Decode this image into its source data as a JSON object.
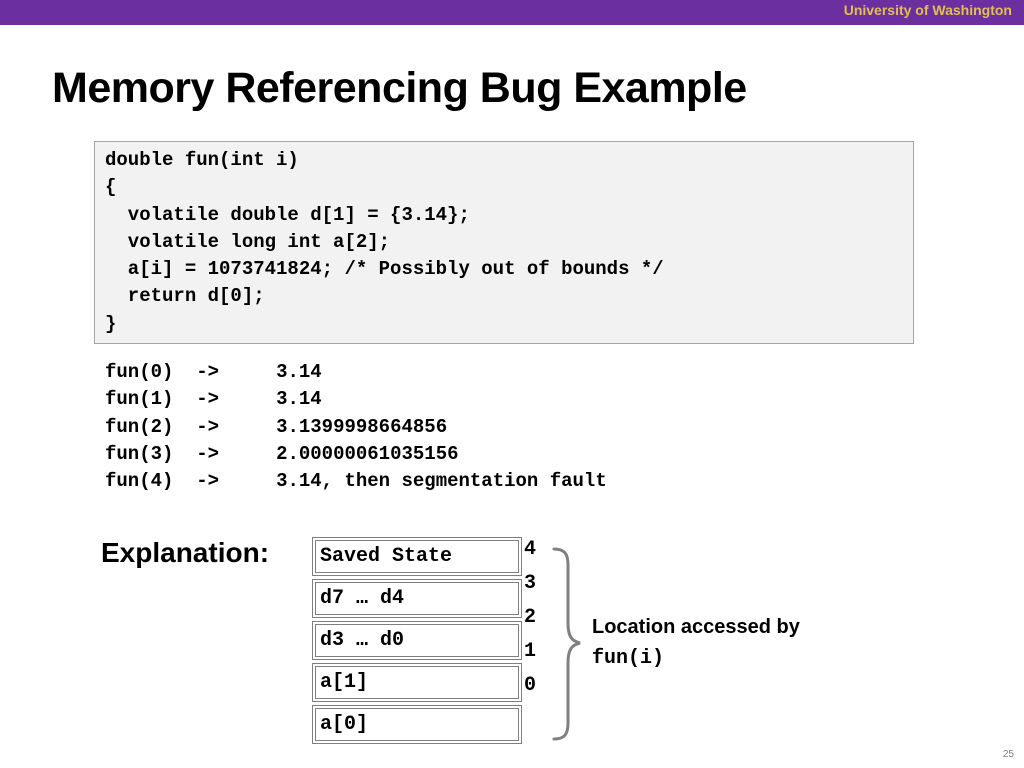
{
  "header": {
    "institution": "University of Washington",
    "bar_color": "#6b2fa0",
    "institution_color": "#e3bf4f"
  },
  "slide": {
    "title": "Memory Referencing Bug Example",
    "page_number": "25"
  },
  "code": {
    "lines": [
      "double fun(int i)",
      "{",
      "  volatile double d[1] = {3.14};",
      "  volatile long int a[2];",
      "  a[i] = 1073741824; /* Possibly out of bounds */",
      "  return d[0];",
      "}"
    ]
  },
  "results": [
    {
      "call": "fun(0)",
      "arrow": "->",
      "value": "3.14"
    },
    {
      "call": "fun(1)",
      "arrow": "->",
      "value": "3.14"
    },
    {
      "call": "fun(2)",
      "arrow": "->",
      "value": "3.1399998664856"
    },
    {
      "call": "fun(3)",
      "arrow": "->",
      "value": "2.00000061035156"
    },
    {
      "call": "fun(4)",
      "arrow": "->",
      "value": "3.14, then segmentation fault"
    }
  ],
  "explanation": {
    "label": "Explanation:",
    "memory_cells": [
      {
        "label": "Saved State",
        "index": "4"
      },
      {
        "label": "d7 … d4",
        "index": "3"
      },
      {
        "label": "d3 … d0",
        "index": "2"
      },
      {
        "label": "a[1]",
        "index": "1"
      },
      {
        "label": "a[0]",
        "index": "0"
      }
    ],
    "note_text": "Location accessed by",
    "note_code": "fun(i)"
  }
}
